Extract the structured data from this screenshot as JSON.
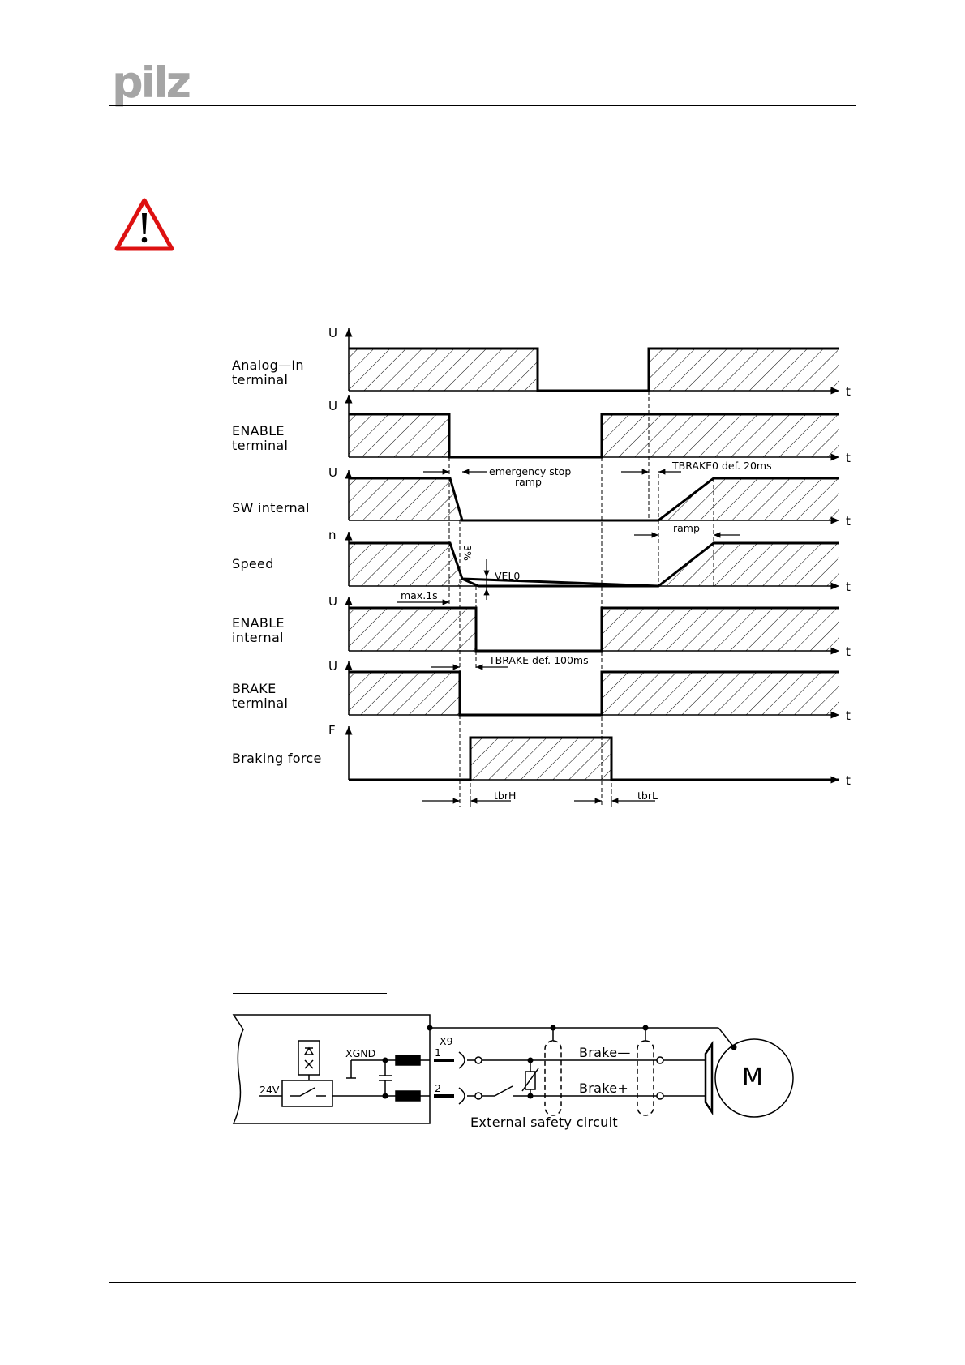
{
  "header": {
    "logo_text": "pilz"
  },
  "warning_icon": "warning-triangle-icon",
  "timing_diagram": {
    "signals": [
      {
        "label": "Analog—In\nterminal",
        "axis": "U"
      },
      {
        "label": "ENABLE\nterminal",
        "axis": "U"
      },
      {
        "label": "SW internal",
        "axis": "U"
      },
      {
        "label": "Speed",
        "axis": "n"
      },
      {
        "label": "ENABLE\ninternal",
        "axis": "U"
      },
      {
        "label": "BRAKE\nterminal",
        "axis": "U"
      },
      {
        "label": "Braking force",
        "axis": "F"
      }
    ],
    "time_axis_label": "t",
    "annotations": {
      "emergency_stop": "emergency stop",
      "ramp1": "ramp",
      "tbrake0": "TBRAKE0 def. 20ms",
      "ramp2": "ramp",
      "pct": "3%",
      "velo": "VEL0",
      "max": "max.1s",
      "tbrake": "TBRAKE def. 100ms",
      "tbrh": "tbrH",
      "tbrl": "tbrL"
    }
  },
  "circuit": {
    "connector": "X9",
    "xgnd": "XGND",
    "supply": "24V",
    "pin1": "1",
    "pin2": "2",
    "brake_minus": "Brake—",
    "brake_plus": "Brake+",
    "external": "External safety circuit",
    "motor": "M"
  }
}
